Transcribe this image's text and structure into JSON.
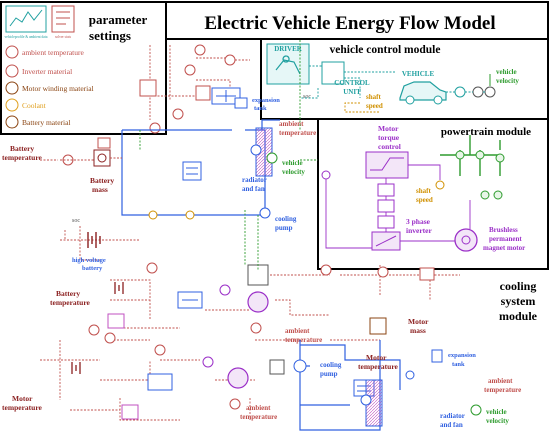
{
  "title": "Electric Vehicle Energy Flow Model",
  "modules": {
    "parameter": "parameter settings",
    "parameter_line1": "parameter",
    "parameter_line2": "settings",
    "vehicle_control": "vehicle control module",
    "powertrain": "powertrain module",
    "cooling_line1": "cooling",
    "cooling_line2": "system",
    "cooling_line3": "module"
  },
  "parameter_panel": {
    "icon1_label": "vehicleprofile & ambient data",
    "icon2_label": "solver stats",
    "items": [
      {
        "label": "ambient temperature",
        "color": "#c0504d"
      },
      {
        "label": "Inverter material",
        "color": "#c0504d"
      },
      {
        "label": "Motor winding material",
        "color": "#8b4513"
      },
      {
        "label": "Coolant",
        "color": "#e0a020"
      },
      {
        "label": "Battery material",
        "color": "#8b4513"
      }
    ]
  },
  "vehicle_control": {
    "driver": "DRIVER",
    "control_unit_line1": "CONTROL",
    "control_unit_line2": "UNIT",
    "vehicle": "VEHICLE",
    "soc": "soc",
    "shaft_speed_line1": "shaft",
    "shaft_speed_line2": "speed",
    "vehicle_velocity_line1": "vehicle",
    "vehicle_velocity_line2": "velocity"
  },
  "battery_section": {
    "battery_temperature_line1": "Battery",
    "battery_temperature_line2": "temperature",
    "battery_mass_line1": "Battery",
    "battery_mass_line2": "mass",
    "soc": "soc",
    "hv_battery_line1": "high voltage",
    "hv_battery_line2": "battery",
    "expansion_tank_line1": "expansion",
    "expansion_tank_line2": "tank",
    "radiator_line1": "radiator",
    "radiator_line2": "and fan",
    "cooling_pump_line1": "cooling",
    "cooling_pump_line2": "pump",
    "ambient_temperature_line1": "ambient",
    "ambient_temperature_line2": "temperature",
    "vehicle_velocity_line1": "vehicle",
    "vehicle_velocity_line2": "velocity"
  },
  "powertrain": {
    "motor_torque_line1": "Motor",
    "motor_torque_line2": "torque",
    "motor_torque_line3": "control",
    "inverter_line1": "3 phase",
    "inverter_line2": "inverter",
    "bldc_line1": "Brushless",
    "bldc_line2": "permanent",
    "bldc_line3": "magnet motor",
    "shaft_speed_line1": "shaft",
    "shaft_speed_line2": "speed"
  },
  "cooling_system": {
    "battery_temperature_line1": "Battery",
    "battery_temperature_line2": "temperature",
    "ambient_temperature_line1": "ambient",
    "ambient_temperature_line2": "temperature",
    "motor_mass_line1": "Motor",
    "motor_mass_line2": "mass",
    "cooling_pump_line1": "cooling",
    "cooling_pump_line2": "pump",
    "motor_temperature_right_line1": "Motor",
    "motor_temperature_right_line2": "temperature",
    "expansion_tank_line1": "expansion",
    "expansion_tank_line2": "tank",
    "ambient_temperature_right_line1": "ambient",
    "ambient_temperature_right_line2": "temperature",
    "motor_temperature_left_line1": "Motor",
    "motor_temperature_left_line2": "temperature",
    "ambient_temperature_bottom_line1": "ambient",
    "ambient_temperature_bottom_line2": "temperature",
    "radiator_line1": "radiator",
    "radiator_line2": "and fan",
    "vehicle_velocity_line1": "vehicle",
    "vehicle_velocity_line2": "velocity"
  },
  "colors": {
    "title": "#000000",
    "thermal": "#c0504d",
    "velocity": "#2e9b2e",
    "coolant": "#3060e0",
    "powertrain": "#9b30c8",
    "speed": "#d09000",
    "control": "#20a0a0",
    "battery": "#8b2020"
  }
}
